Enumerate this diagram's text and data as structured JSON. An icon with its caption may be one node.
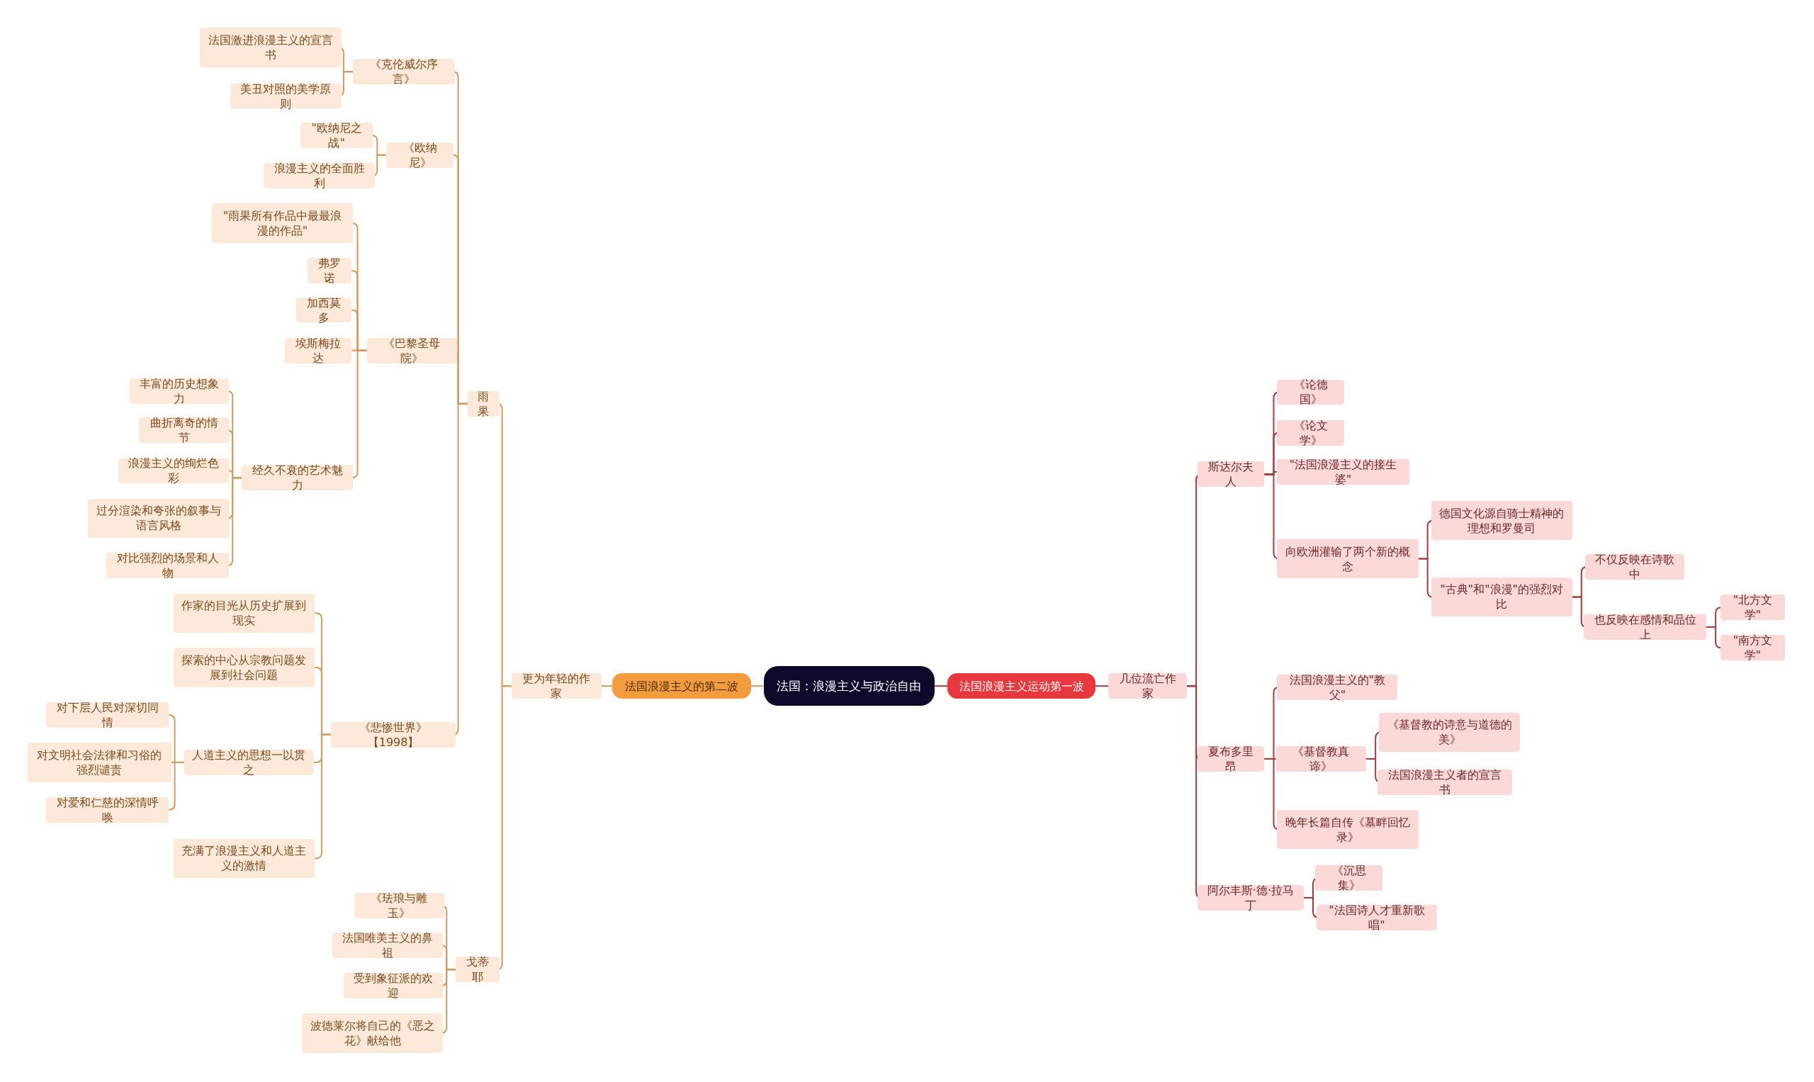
{
  "diagram": {
    "nodes": [
      {
        "text": [
          "法国：浪漫主义与政治自由"
        ]
      },
      {
        "text": [
          "法国浪漫主义的第二波"
        ]
      },
      {
        "text": [
          "更为年轻的作家"
        ]
      },
      {
        "text": [
          "雨果"
        ]
      },
      {
        "text": [
          "《克伦威尔序言》"
        ]
      },
      {
        "text": [
          "法国激进浪漫主义的宣言书"
        ]
      },
      {
        "text": [
          "美丑对照的美学原则"
        ]
      },
      {
        "text": [
          "《欧纳尼》"
        ]
      },
      {
        "text": [
          "\"欧纳尼之战\""
        ]
      },
      {
        "text": [
          "浪漫主义的全面胜利"
        ]
      },
      {
        "text": [
          "《巴黎圣母院》"
        ]
      },
      {
        "text": [
          "\"雨果所有作品中最最浪漫的作品\""
        ]
      },
      {
        "text": [
          "弗罗诺"
        ]
      },
      {
        "text": [
          "加西莫多"
        ]
      },
      {
        "text": [
          "埃斯梅拉达"
        ]
      },
      {
        "text": [
          "经久不衰的艺术魅力"
        ]
      },
      {
        "text": [
          "丰富的历史想象力"
        ]
      },
      {
        "text": [
          "曲折离奇的情节"
        ]
      },
      {
        "text": [
          "浪漫主义的绚烂色彩"
        ]
      },
      {
        "text": [
          "过分渲染和夸张的叙事与语言风格"
        ]
      },
      {
        "text": [
          "对比强烈的场景和人物"
        ]
      },
      {
        "text": [
          "《悲惨世界》【1998】"
        ]
      },
      {
        "text": [
          "作家的目光从历史扩展到现实"
        ]
      },
      {
        "text": [
          "探索的中心从宗教问题发展到社会问题"
        ]
      },
      {
        "text": [
          "人道主义的思想一以贯之"
        ]
      },
      {
        "text": [
          "对下层人民对深切同情"
        ]
      },
      {
        "text": [
          "对文明社会法律和习俗的强烈谴责"
        ]
      },
      {
        "text": [
          "对爱和仁慈的深情呼唤"
        ]
      },
      {
        "text": [
          "充满了浪漫主义和人道主义的激情"
        ]
      },
      {
        "text": [
          "戈蒂耶"
        ]
      },
      {
        "text": [
          "《珐琅与雕玉》"
        ]
      },
      {
        "text": [
          "法国唯美主义的鼻祖"
        ]
      },
      {
        "text": [
          "受到象征派的欢迎"
        ]
      },
      {
        "text": [
          "波德莱尔将自己的《恶之花》献给他"
        ]
      },
      {
        "text": [
          "法国浪漫主义运动第一波"
        ]
      },
      {
        "text": [
          "几位流亡作家"
        ]
      },
      {
        "text": [
          "斯达尔夫人"
        ]
      },
      {
        "text": [
          "《论德国》"
        ]
      },
      {
        "text": [
          "《论文学》"
        ]
      },
      {
        "text": [
          "\"法国浪漫主义的接生婆\""
        ]
      },
      {
        "text": [
          "向欧洲灌输了两个新的概念"
        ]
      },
      {
        "text": [
          "德国文化源自骑士精神的理想和罗曼司"
        ]
      },
      {
        "text": [
          "\"古典\"和\"浪漫\"的强烈对比"
        ]
      },
      {
        "text": [
          "不仅反映在诗歌中"
        ]
      },
      {
        "text": [
          "也反映在感情和品位上"
        ]
      },
      {
        "text": [
          "\"北方文学\""
        ]
      },
      {
        "text": [
          "\"南方文学\""
        ]
      },
      {
        "text": [
          "夏布多里昂"
        ]
      },
      {
        "text": [
          "法国浪漫主义的\"教父\""
        ]
      },
      {
        "text": [
          "《基督教真谛》"
        ]
      },
      {
        "text": [
          "《基督教的诗意与道德的美》"
        ]
      },
      {
        "text": [
          "法国浪漫主义者的宣言书"
        ]
      },
      {
        "text": [
          "晚年长篇自传《墓畔回忆录》"
        ]
      },
      {
        "text": [
          "阿尔丰斯·德·拉马丁"
        ]
      },
      {
        "text": [
          "《沉思集》"
        ]
      },
      {
        "text": [
          "\"法国诗人才重新歌唱\""
        ]
      }
    ],
    "edges": [
      {
        "from": 0,
        "to": 1,
        "arrow": "none"
      },
      {
        "from": 1,
        "to": 2,
        "arrow": "none"
      },
      {
        "from": 2,
        "to": 3,
        "arrow": "none"
      },
      {
        "from": 3,
        "to": 4,
        "arrow": "none"
      },
      {
        "from": 4,
        "to": 5,
        "arrow": "none"
      },
      {
        "from": 4,
        "to": 6,
        "arrow": "none"
      },
      {
        "from": 3,
        "to": 7,
        "arrow": "none"
      },
      {
        "from": 7,
        "to": 8,
        "arrow": "none"
      },
      {
        "from": 7,
        "to": 9,
        "arrow": "none"
      },
      {
        "from": 3,
        "to": 10,
        "arrow": "none"
      },
      {
        "from": 10,
        "to": 11,
        "arrow": "none"
      },
      {
        "from": 10,
        "to": 12,
        "arrow": "none"
      },
      {
        "from": 10,
        "to": 13,
        "arrow": "none"
      },
      {
        "from": 10,
        "to": 14,
        "arrow": "none"
      },
      {
        "from": 10,
        "to": 15,
        "arrow": "none"
      },
      {
        "from": 15,
        "to": 16,
        "arrow": "none"
      },
      {
        "from": 15,
        "to": 17,
        "arrow": "none"
      },
      {
        "from": 15,
        "to": 18,
        "arrow": "none"
      },
      {
        "from": 15,
        "to": 19,
        "arrow": "none"
      },
      {
        "from": 15,
        "to": 20,
        "arrow": "none"
      },
      {
        "from": 3,
        "to": 21,
        "arrow": "none"
      },
      {
        "from": 21,
        "to": 22,
        "arrow": "none"
      },
      {
        "from": 21,
        "to": 23,
        "arrow": "none"
      },
      {
        "from": 21,
        "to": 24,
        "arrow": "none"
      },
      {
        "from": 24,
        "to": 25,
        "arrow": "none"
      },
      {
        "from": 24,
        "to": 26,
        "arrow": "none"
      },
      {
        "from": 24,
        "to": 27,
        "arrow": "none"
      },
      {
        "from": 21,
        "to": 28,
        "arrow": "none"
      },
      {
        "from": 2,
        "to": 29,
        "arrow": "none"
      },
      {
        "from": 29,
        "to": 30,
        "arrow": "none"
      },
      {
        "from": 29,
        "to": 31,
        "arrow": "none"
      },
      {
        "from": 29,
        "to": 32,
        "arrow": "none"
      },
      {
        "from": 29,
        "to": 33,
        "arrow": "none"
      },
      {
        "from": 0,
        "to": 34,
        "arrow": "none",
        "color": "#a33a3a"
      },
      {
        "from": 34,
        "to": 35,
        "arrow": "none",
        "color": "#a33a3a"
      },
      {
        "from": 35,
        "to": 36,
        "arrow": "none",
        "color": "#a33a3a"
      },
      {
        "from": 36,
        "to": 37,
        "arrow": "none",
        "color": "#a33a3a"
      },
      {
        "from": 36,
        "to": 38,
        "arrow": "none",
        "color": "#a33a3a"
      },
      {
        "from": 36,
        "to": 39,
        "arrow": "none",
        "color": "#a33a3a"
      },
      {
        "from": 36,
        "to": 40,
        "arrow": "none",
        "color": "#a33a3a"
      },
      {
        "from": 40,
        "to": 41,
        "arrow": "none",
        "color": "#a33a3a"
      },
      {
        "from": 40,
        "to": 42,
        "arrow": "none",
        "color": "#a33a3a"
      },
      {
        "from": 42,
        "to": 43,
        "arrow": "none",
        "color": "#a33a3a"
      },
      {
        "from": 42,
        "to": 44,
        "arrow": "none",
        "color": "#a33a3a"
      },
      {
        "from": 44,
        "to": 45,
        "arrow": "none",
        "color": "#a33a3a"
      },
      {
        "from": 44,
        "to": 46,
        "arrow": "none",
        "color": "#a33a3a"
      },
      {
        "from": 35,
        "to": 47,
        "arrow": "none",
        "color": "#a33a3a"
      },
      {
        "from": 47,
        "to": 48,
        "arrow": "none",
        "color": "#a33a3a"
      },
      {
        "from": 47,
        "to": 49,
        "arrow": "none",
        "color": "#a33a3a"
      },
      {
        "from": 49,
        "to": 50,
        "arrow": "none",
        "color": "#a33a3a"
      },
      {
        "from": 49,
        "to": 51,
        "arrow": "none",
        "color": "#a33a3a"
      },
      {
        "from": 47,
        "to": 52,
        "arrow": "none",
        "color": "#a33a3a"
      },
      {
        "from": 35,
        "to": 53,
        "arrow": "none",
        "color": "#a33a3a"
      },
      {
        "from": 53,
        "to": 54,
        "arrow": "none",
        "color": "#a33a3a"
      },
      {
        "from": 53,
        "to": 55,
        "arrow": "none",
        "color": "#a33a3a"
      }
    ]
  }
}
